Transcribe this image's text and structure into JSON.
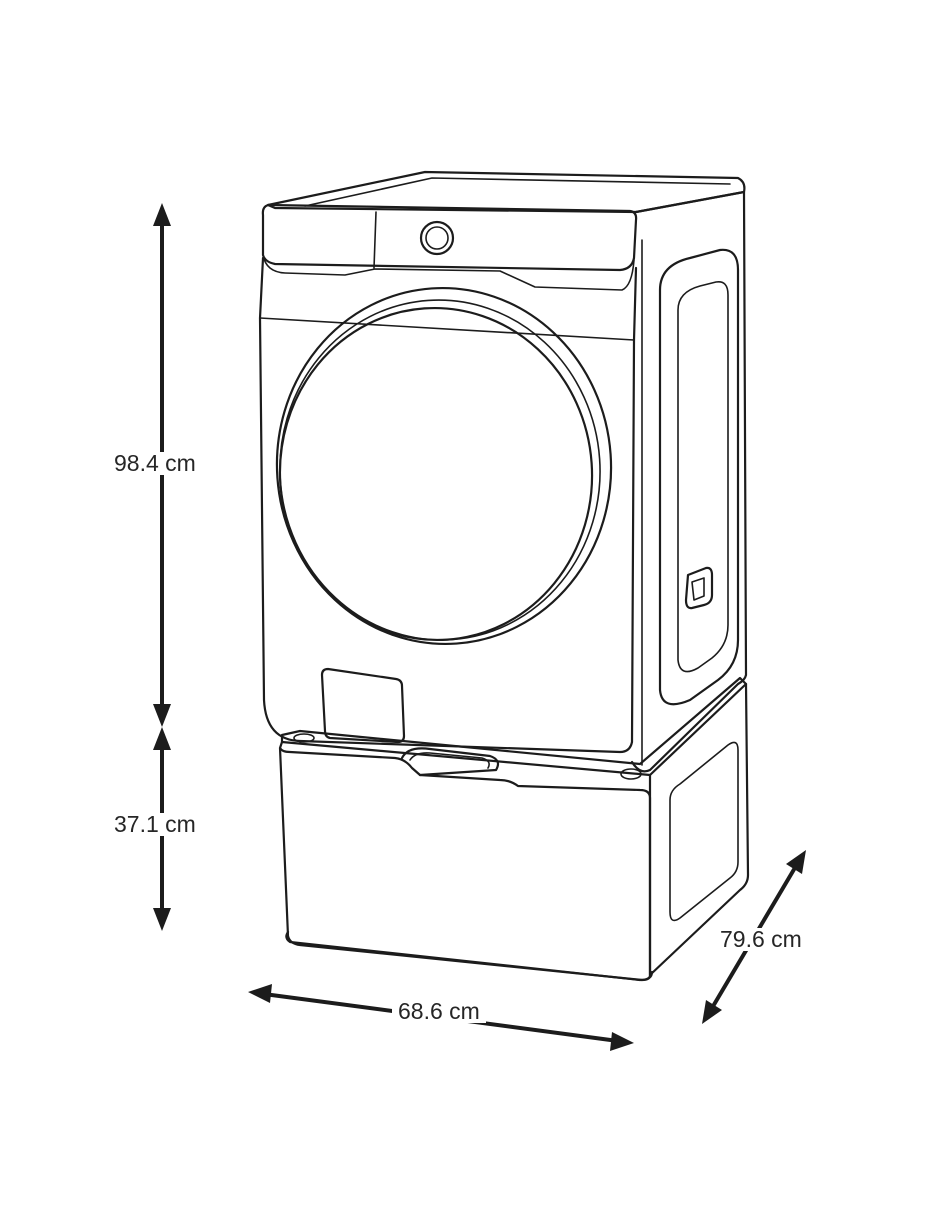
{
  "dimensions": {
    "dryer_height": "98.4 cm",
    "pedestal_height": "37.1 cm",
    "width": "68.6 cm",
    "depth": "79.6 cm"
  },
  "colors": {
    "line": "#1c1c1c",
    "background": "#ffffff"
  }
}
